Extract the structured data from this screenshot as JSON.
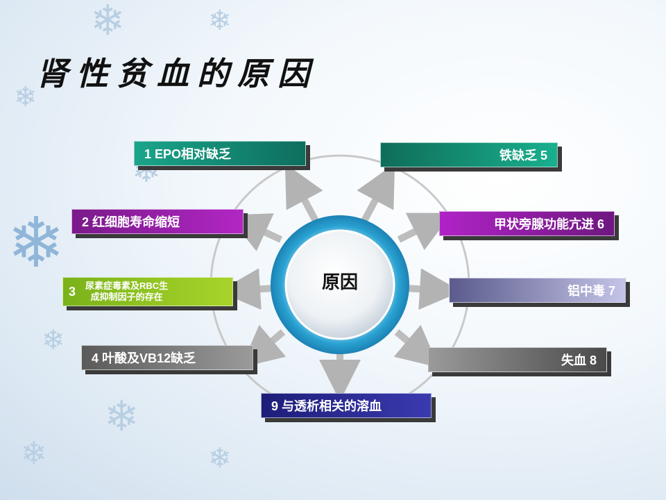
{
  "title": "肾性贫血的原因",
  "center": "原因",
  "causes": [
    {
      "label": "1 EPO相对缺乏"
    },
    {
      "label": "2 红细胞寿命缩短"
    },
    {
      "number": "3",
      "line1": "尿素症毒素及RBC生",
      "line2": "成抑制因子的存在"
    },
    {
      "label": "4 叶酸及VB12缺乏"
    },
    {
      "label": "铁缺乏 5"
    },
    {
      "label": "甲状旁腺功能亢进 6"
    },
    {
      "label": "铝中毒 7"
    },
    {
      "label": "失血 8"
    },
    {
      "label": "9 与透析相关的溶血"
    }
  ],
  "colors": {
    "teal": "#1aa58a",
    "purple": "#9a22ad",
    "green": "#8cc21f",
    "lavender": "#8a8ab8",
    "gray": "#6a6a6a",
    "navy": "#25258f",
    "ring": "#29a3cf"
  },
  "icons": [
    "snowflake-icon"
  ]
}
